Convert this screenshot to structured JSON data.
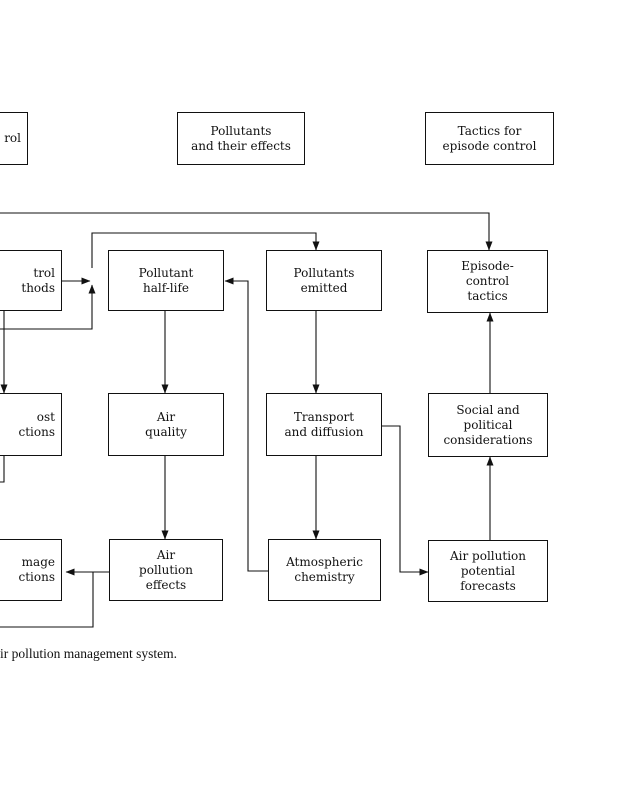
{
  "headers": {
    "left_partial": "rol",
    "pollutants": "Pollutants\nand their effects",
    "tactics": "Tactics for\nepisode control"
  },
  "boxes": {
    "control_methods": "trol\nthods",
    "pollutant_half_life": "Pollutant\nhalf-life",
    "pollutants_emitted": "Pollutants\nemitted",
    "episode_control_tactics": "Episode-\ncontrol\ntactics",
    "cost_functions": "ost\nctions",
    "air_quality": "Air\nquality",
    "transport_diffusion": "Transport\nand diffusion",
    "social_political": "Social and\npolitical\nconsiderations",
    "damage_functions": "mage\nctions",
    "air_pollution_effects": "Air\npollution\neffects",
    "atmospheric_chemistry": "Atmospheric\nchemistry",
    "air_pollution_forecasts": "Air pollution\npotential\nforecasts"
  },
  "caption": "ir pollution management system."
}
